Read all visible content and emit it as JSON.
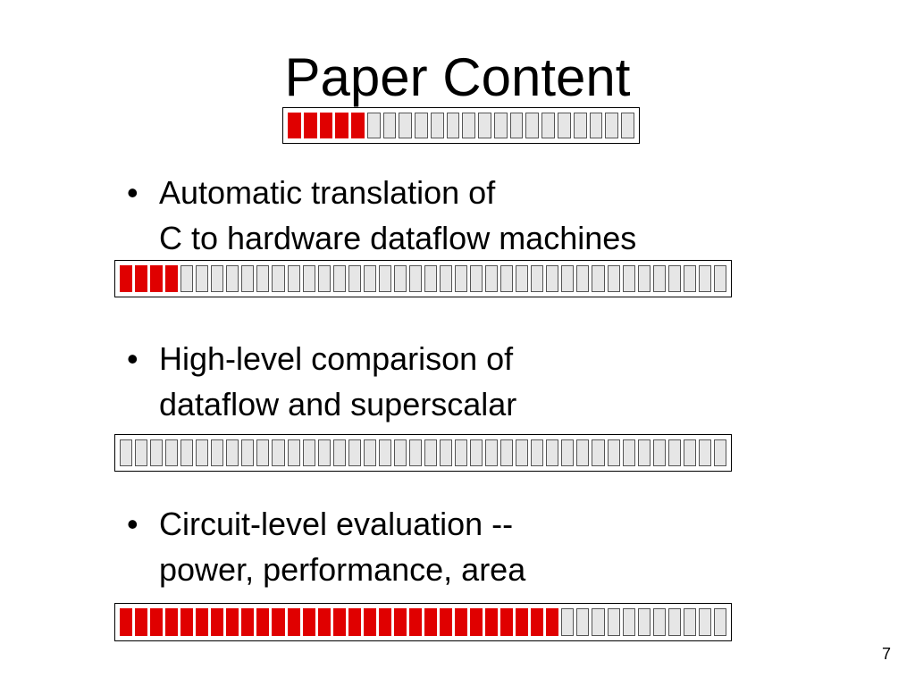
{
  "slide": {
    "title": "Paper Content",
    "title_progress": {
      "filled": 5,
      "total": 22
    },
    "bullets": [
      {
        "marker": "•",
        "lines": [
          "Automatic translation of",
          "C to hardware dataflow machines"
        ],
        "progress": {
          "filled": 4,
          "total": 40
        }
      },
      {
        "marker": "•",
        "lines": [
          "High-level comparison of",
          "dataflow and superscalar"
        ],
        "progress": {
          "filled": 0,
          "total": 40
        }
      },
      {
        "marker": "•",
        "lines": [
          "Circuit-level evaluation --",
          "power, performance, area"
        ],
        "progress": {
          "filled": 29,
          "total": 40
        }
      }
    ],
    "page_number": "7",
    "colors": {
      "filled": "#e00000",
      "empty": "#e6e6e6"
    }
  }
}
